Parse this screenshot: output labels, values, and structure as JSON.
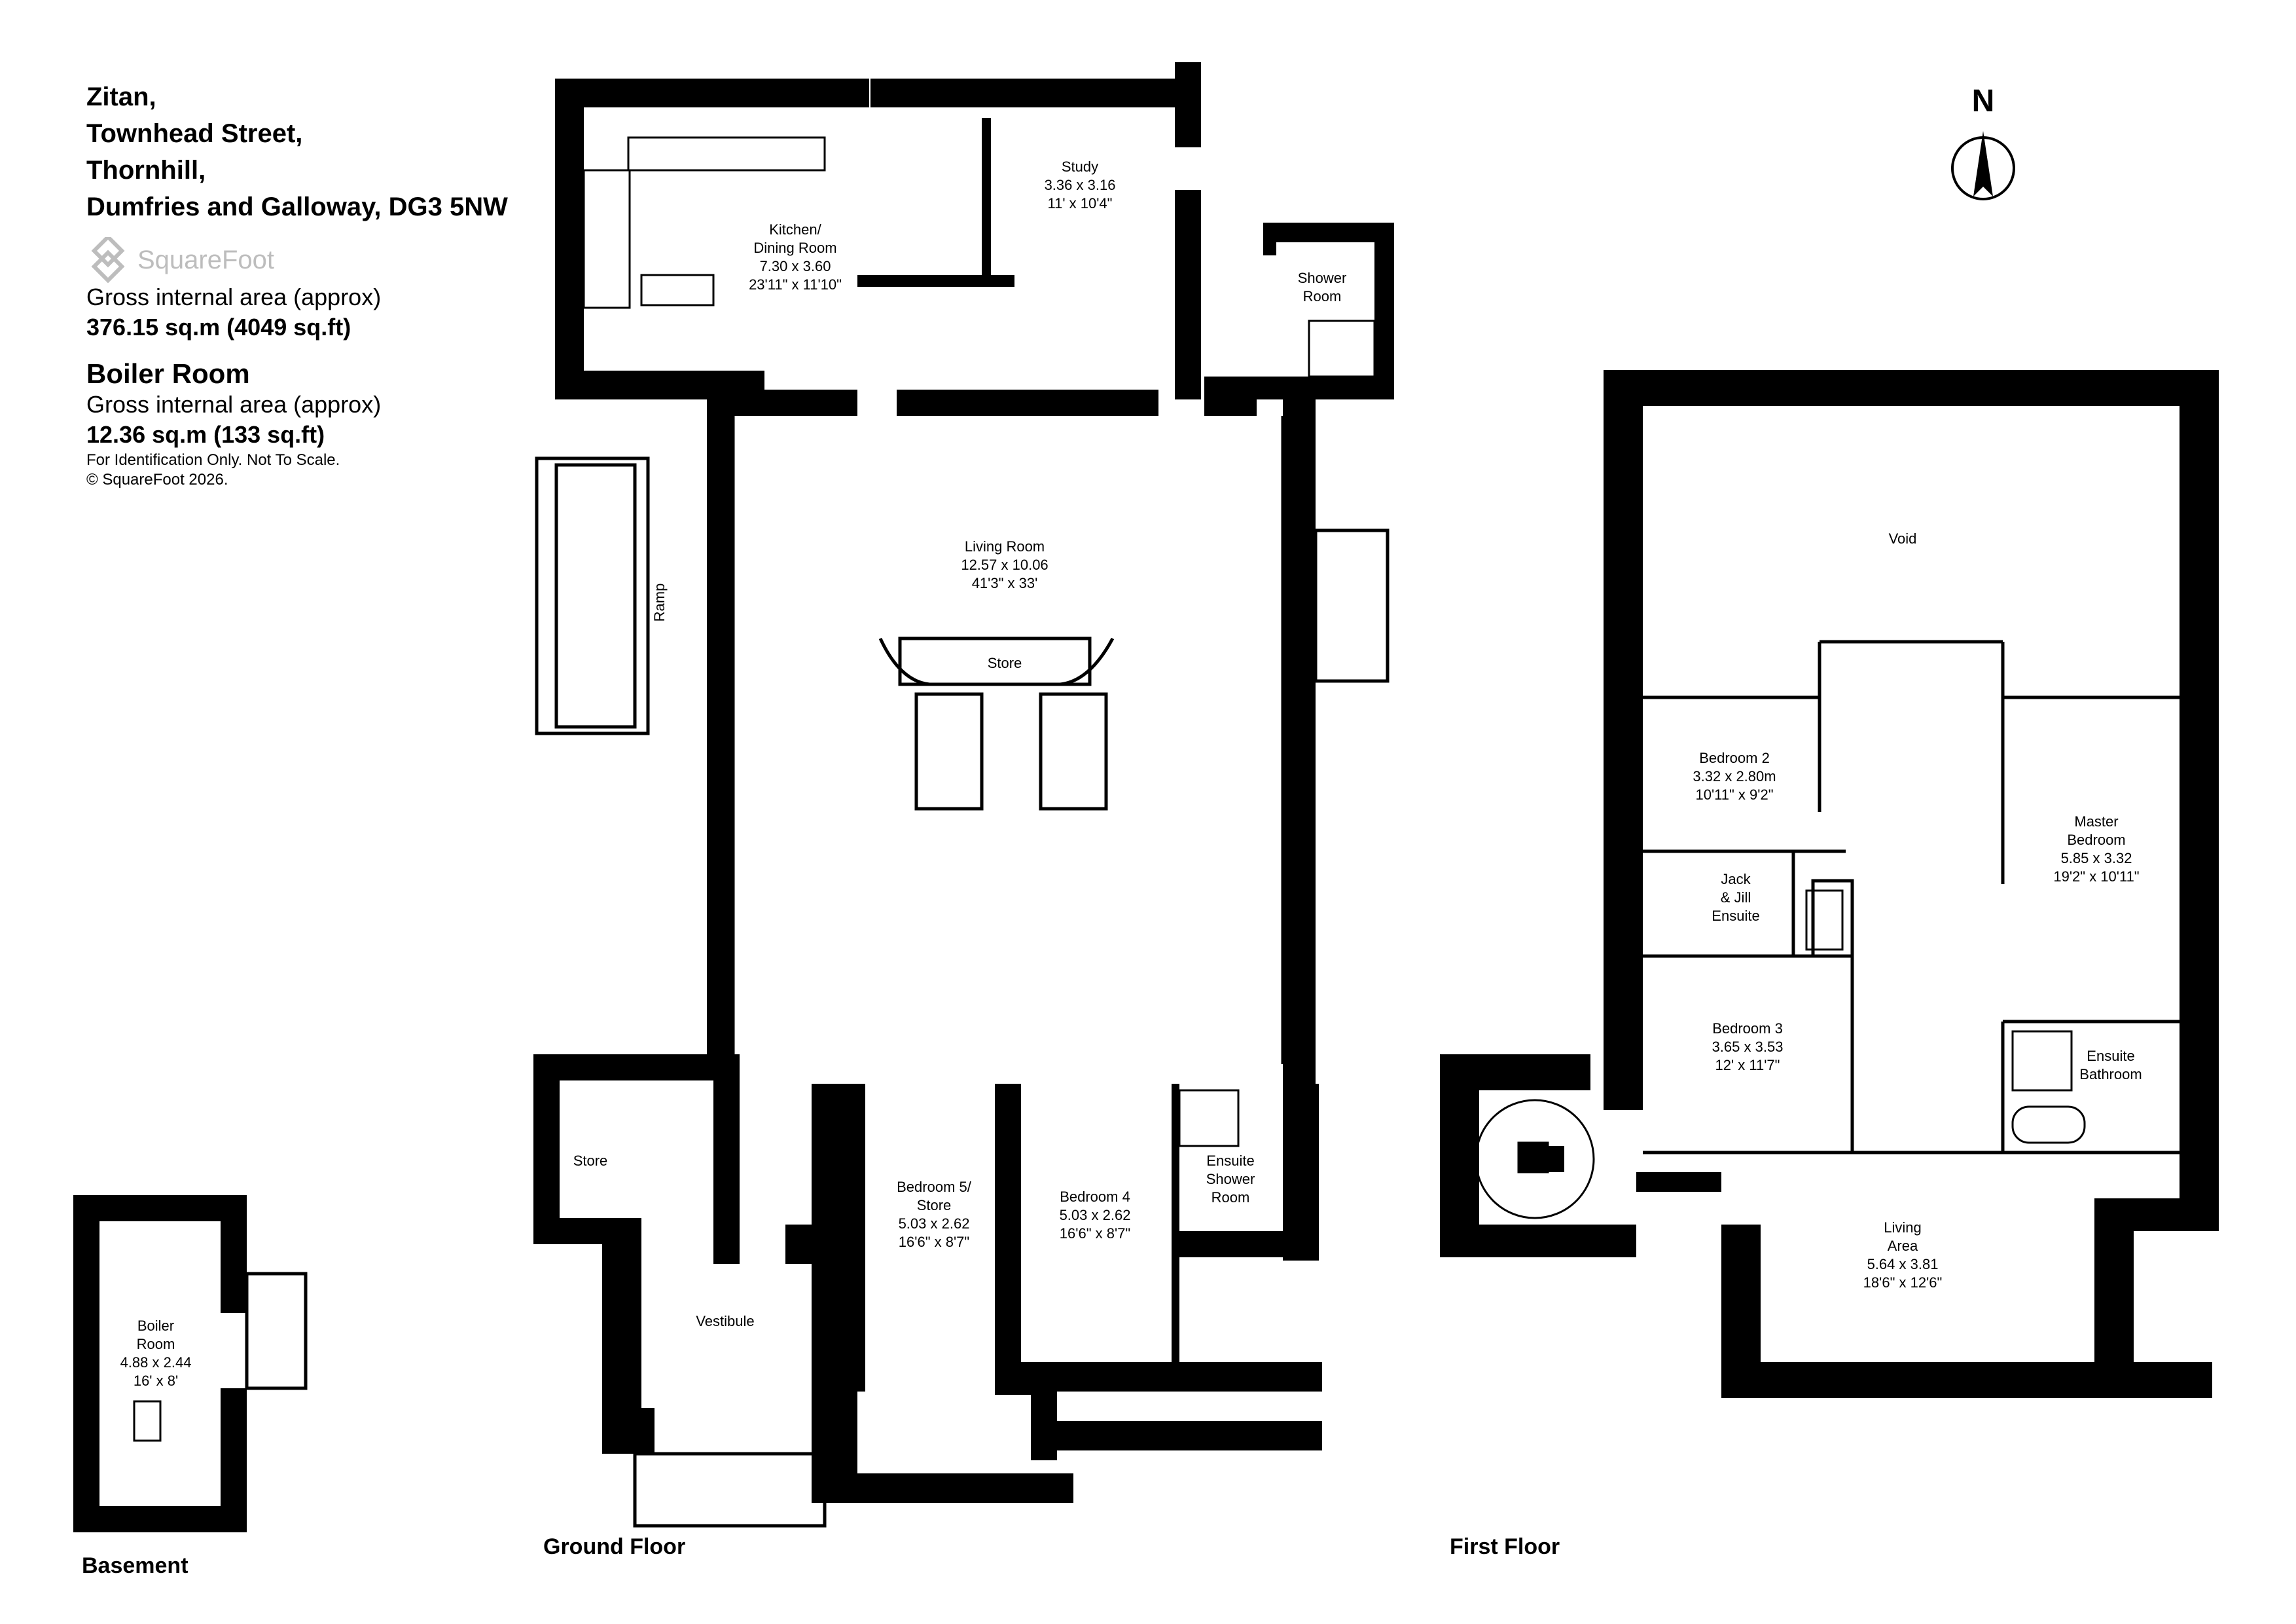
{
  "address": [
    "Zitan,",
    "Townhead Street,",
    "Thornhill,",
    "Dumfries and Galloway, DG3 5NW"
  ],
  "brand": "SquareFoot",
  "gross_area": {
    "label": "Gross internal area (approx)",
    "value": "376.15 sq.m (4049 sq.ft)"
  },
  "boiler_area": {
    "title": "Boiler Room",
    "label": "Gross internal area (approx)",
    "value": "12.36 sq.m (133 sq.ft)"
  },
  "disclaimer": "For Identification Only. Not To Scale.",
  "copyright": "© SquareFoot 2026.",
  "compass": "N",
  "floors": {
    "basement": "Basement",
    "ground": "Ground Floor",
    "first": "First Floor"
  },
  "rooms": {
    "kitchen": [
      "Kitchen/",
      "Dining Room",
      "7.30 x 3.60",
      "23'11\" x 11'10\""
    ],
    "study": [
      "Study",
      "3.36 x 3.16",
      "11' x 10'4\""
    ],
    "shower": [
      "Shower",
      "Room"
    ],
    "living": [
      "Living Room",
      "12.57 x 10.06",
      "41'3\" x 33'"
    ],
    "store_center": [
      "Store"
    ],
    "ramp": [
      "Ramp"
    ],
    "store_left": [
      "Store"
    ],
    "vestibule": [
      "Vestibule"
    ],
    "bedroom5": [
      "Bedroom 5/",
      "Store",
      "5.03 x 2.62",
      "16'6\" x 8'7\""
    ],
    "bedroom4": [
      "Bedroom 4",
      "5.03 x 2.62",
      "16'6\" x 8'7\""
    ],
    "ensuite_shower": [
      "Ensuite",
      "Shower",
      "Room"
    ],
    "boiler": [
      "Boiler",
      "Room",
      "4.88 x 2.44",
      "16' x 8'"
    ],
    "void": [
      "Void"
    ],
    "bedroom2": [
      "Bedroom 2",
      "3.32 x 2.80m",
      "10'11\" x 9'2\""
    ],
    "jack_jill": [
      "Jack",
      "& Jill",
      "Ensuite"
    ],
    "bedroom3": [
      "Bedroom 3",
      "3.65 x 3.53",
      "12' x 11'7\""
    ],
    "master": [
      "Master",
      "Bedroom",
      "5.85 x 3.32",
      "19'2\" x 10'11\""
    ],
    "ensuite_bath": [
      "Ensuite",
      "Bathroom"
    ],
    "living_area": [
      "Living",
      "Area",
      "5.64 x 3.81",
      "18'6\" x 12'6\""
    ]
  },
  "colors": {
    "wall": "#000000",
    "background": "#ffffff",
    "logo": "#bdbdbd"
  },
  "icons": [
    "squarefoot-logo-icon",
    "north-arrow-icon"
  ]
}
